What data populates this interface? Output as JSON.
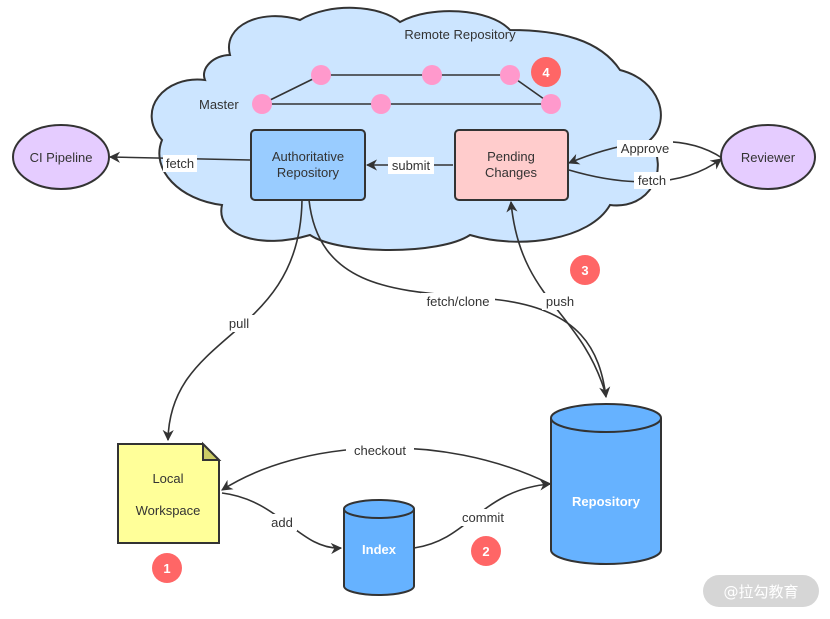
{
  "cloud_title": "Remote Repository",
  "master_label": "Master",
  "nodes": {
    "ci_pipeline": "CI Pipeline",
    "reviewer": "Reviewer",
    "authoritative_line1": "Authoritative",
    "authoritative_line2": "Repository",
    "pending_line1": "Pending",
    "pending_line2": "Changes",
    "local_line1": "Local",
    "local_line2": "Workspace",
    "index": "Index",
    "repository": "Repository"
  },
  "edges": {
    "fetch_ci": "fetch",
    "submit": "submit",
    "approve": "Approve",
    "fetch_reviewer": "fetch",
    "pull": "pull",
    "fetch_clone": "fetch/clone",
    "push": "push",
    "checkout": "checkout",
    "add": "add",
    "commit": "commit"
  },
  "badges": [
    "1",
    "2",
    "3",
    "4"
  ],
  "watermark": "@拉勾教育",
  "colors": {
    "cloud": "#cce5ff",
    "ci_pipeline": "#e5ccff",
    "reviewer": "#e5ccff",
    "authoritative": "#99ccff",
    "pending": "#ffcccc",
    "local_workspace": "#ffff99",
    "cylinder": "#66b2ff",
    "commit_dot": "#ff99cc",
    "badge": "#ff6666"
  }
}
